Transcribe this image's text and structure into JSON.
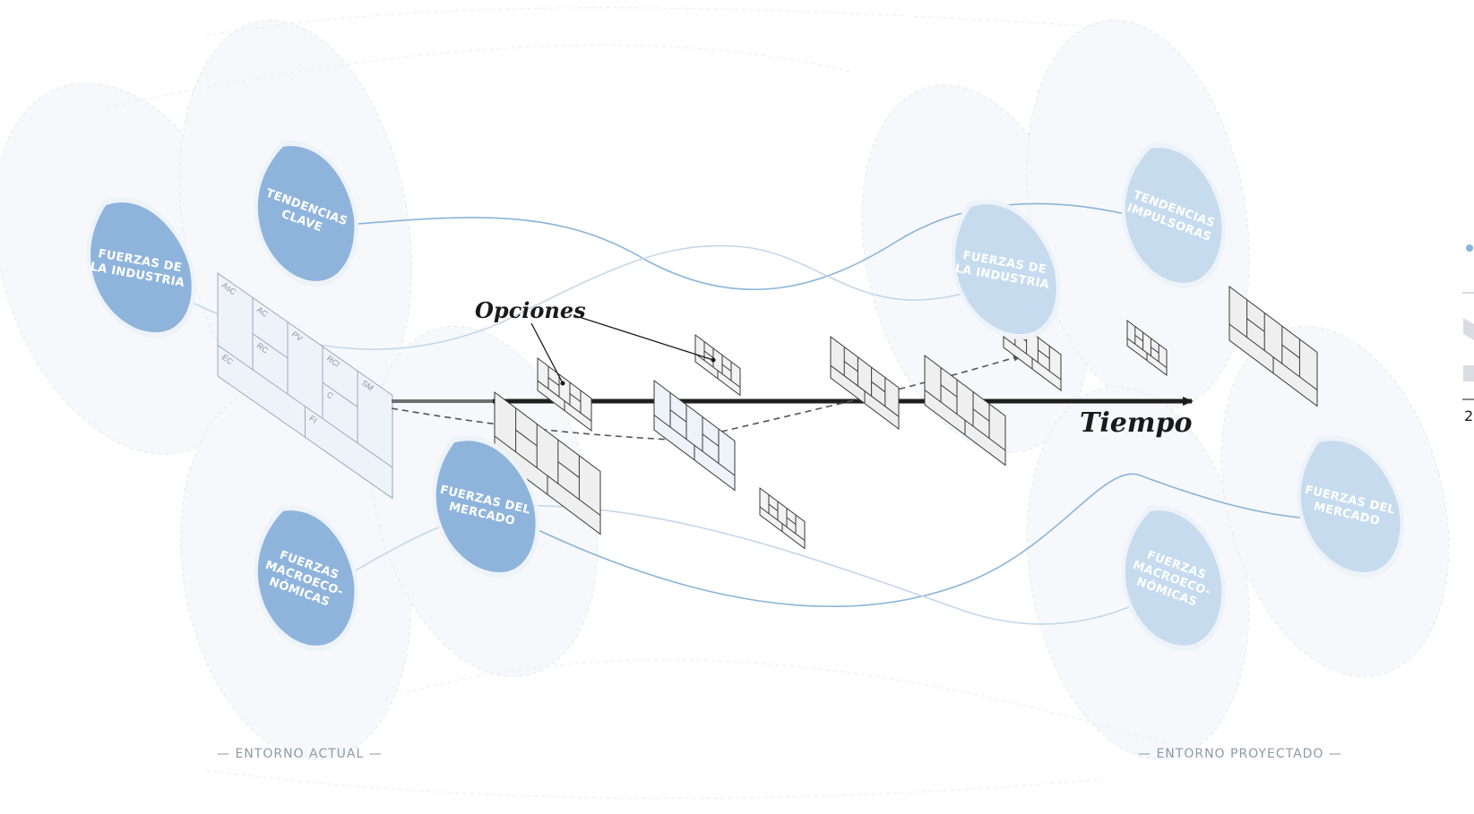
{
  "left_petals": [
    {
      "id": "industria",
      "lines": [
        "FUERZAS DE",
        "LA INDUSTRIA"
      ]
    },
    {
      "id": "tendencias",
      "lines": [
        "TENDENCIAS",
        "CLAVE"
      ]
    },
    {
      "id": "macro",
      "lines": [
        "FUERZAS",
        "MACROECO-",
        "NÓMICAS"
      ]
    },
    {
      "id": "mercado",
      "lines": [
        "FUERZAS DEL",
        "MERCADO"
      ]
    }
  ],
  "right_petals": [
    {
      "id": "industria",
      "lines": [
        "FUERZAS DE",
        "LA INDUSTRIA"
      ]
    },
    {
      "id": "tendencias",
      "lines": [
        "TENDENCIAS",
        "IMPULSORAS"
      ]
    },
    {
      "id": "macro",
      "lines": [
        "FUERZAS",
        "MACROECO-",
        "NÓMICAS"
      ]
    },
    {
      "id": "mercado",
      "lines": [
        "FUERZAS DEL",
        "MERCADO"
      ]
    }
  ],
  "canvas_cells": [
    "AsC",
    "AC",
    "PV",
    "RCl",
    "SM",
    "RC",
    "C",
    "EC",
    "FI"
  ],
  "labels": {
    "opciones": "Opciones",
    "tiempo": "Tiempo",
    "entorno_actual": "— ENTORNO ACTUAL —",
    "entorno_proyectado": "— ENTORNO PROYECTADO —",
    "edge_number": "2"
  },
  "colors": {
    "petal": "#8fb4dc",
    "petal_faded": "#c6dbee",
    "halo": "#eef3f9",
    "flow": "#8ab4d8",
    "timeline": "#1f1f1f"
  }
}
